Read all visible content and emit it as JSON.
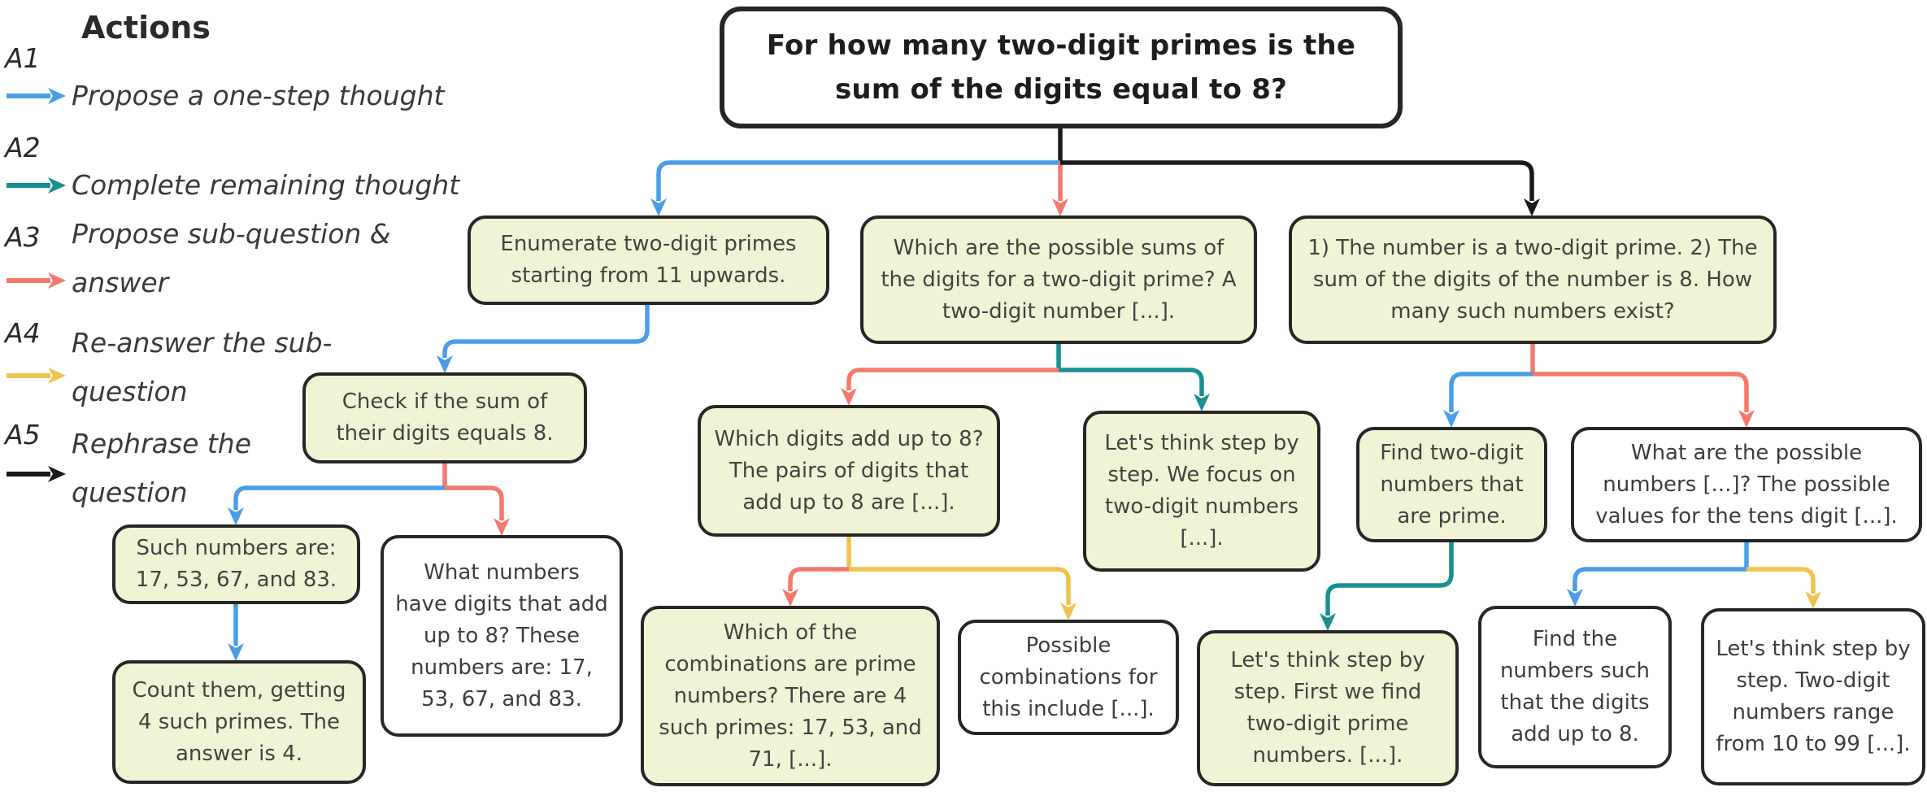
{
  "colors": {
    "a1": "#4A9DE8",
    "a2": "#1A8F8F",
    "a3": "#F4796B",
    "a4": "#F0C24F",
    "a5": "#1A1A1A",
    "node_fill": "#F0F4D4",
    "node_border": "#262626"
  },
  "legend": {
    "title": "Actions",
    "items": [
      {
        "label": "A1",
        "text": "Propose a one-step thought",
        "color": "#4A9DE8"
      },
      {
        "label": "A2",
        "text": "Complete remaining thought",
        "color": "#1A8F8F"
      },
      {
        "label": "A3",
        "text": "Propose sub-question & answer",
        "color": "#F4796B"
      },
      {
        "label": "A4",
        "text": "Re-answer the sub-question",
        "color": "#F0C24F"
      },
      {
        "label": "A5",
        "text": "Rephrase the question",
        "color": "#1A1A1A"
      }
    ]
  },
  "nodes": {
    "root": {
      "text": "For how many two-digit primes is the sum of the digits equal to 8?"
    },
    "l1a": {
      "text": "Enumerate two-digit primes starting from 11 upwards."
    },
    "l1b": {
      "text": "Which are the possible sums of the digits for a two-digit prime? A two-digit number [...]."
    },
    "l1c": {
      "text": "1) The number is a two-digit prime. 2) The sum of the digits of the number is 8. How many such numbers exist?"
    },
    "l2a": {
      "text": "Check if the sum of their digits equals 8."
    },
    "l2b": {
      "text": "Which digits add up to 8? The pairs of digits that add up to 8 are [...]."
    },
    "l2c": {
      "text": "Let's think step by step. We focus on two-digit numbers [...]."
    },
    "l2d": {
      "text": "Find two-digit numbers that are prime."
    },
    "l2e": {
      "text": "What are the possible numbers [...]? The possible values for the tens digit [...]."
    },
    "l3a": {
      "text": "Such numbers are: 17, 53, 67, and 83."
    },
    "l3b": {
      "text": "What numbers have digits that add up to 8? These numbers are: 17, 53, 67, and 83."
    },
    "l3c": {
      "text": "Which of the combinations are prime numbers? There are 4 such primes: 17, 53, and 71, [...]."
    },
    "l3d": {
      "text": "Possible combinations for this include [...]."
    },
    "l3e": {
      "text": "Let's think step by step. First we find two-digit prime numbers. [...]."
    },
    "l3f": {
      "text": "Find the numbers such that the digits add up to 8."
    },
    "l3g": {
      "text": "Let's think step by step. Two-digit numbers range from 10 to 99 [...]."
    },
    "l4a": {
      "text": "Count them, getting 4 such primes. The answer is 4."
    }
  }
}
